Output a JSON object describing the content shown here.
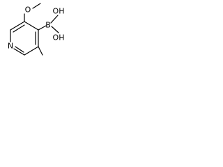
{
  "molecule": {
    "atoms": {
      "O_methoxy": "O",
      "B": "B",
      "OH_top": "OH",
      "OH_bottom": "OH",
      "N": "N"
    }
  }
}
